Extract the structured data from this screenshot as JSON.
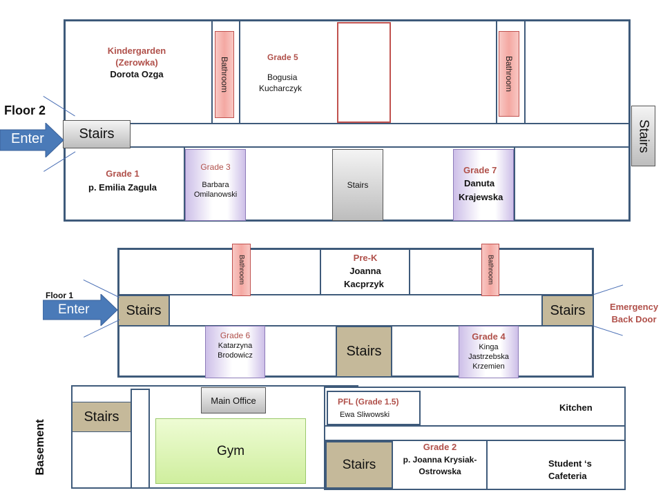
{
  "floor2": {
    "label": "Floor 2",
    "enter": "Enter",
    "stairs_left": "Stairs",
    "stairs_right": "Stairs",
    "stairs_middle": "Stairs",
    "kindergarden_title_1": "Kindergarden",
    "kindergarden_title_2": "(Zerowka)",
    "kindergarden_teacher": "Dorota Ozga",
    "grade5_title": "Grade 5",
    "grade5_teacher_1": "Bogusia",
    "grade5_teacher_2": "Kucharczyk",
    "bathroom_1": "Bathroom",
    "bathroom_2": "Bathroom",
    "grade1_title": "Grade 1",
    "grade1_teacher": "p. Emilia Zagula",
    "grade3_title": "Grade 3",
    "grade3_teacher_1": "Barbara",
    "grade3_teacher_2": "Omilanowski",
    "grade7_title": "Grade 7",
    "grade7_teacher_1": "Danuta",
    "grade7_teacher_2": "Krajewska"
  },
  "floor1": {
    "label": "Floor 1",
    "enter": "Enter",
    "stairs_left": "Stairs",
    "stairs_right": "Stairs",
    "stairs_middle": "Stairs",
    "bathroom_1": "Bathroom",
    "bathroom_2": "Bathroom",
    "prek_title": "Pre-K",
    "prek_teacher_1": "Joanna",
    "prek_teacher_2": "Kacprzyk",
    "grade6_title": "Grade 6",
    "grade6_teacher_1": "Katarzyna",
    "grade6_teacher_2": "Brodowicz",
    "grade4_title": "Grade 4",
    "grade4_teacher_1": "Kinga",
    "grade4_teacher_2": "Jastrzebska",
    "grade4_teacher_3": "Krzemien",
    "emergency_1": "Emergency",
    "emergency_2": "Back Door"
  },
  "basement": {
    "label": "Basement",
    "stairs_left": "Stairs",
    "stairs_bottom": "Stairs",
    "main_office": "Main Office",
    "gym": "Gym",
    "pfl_title": "PFL (Grade 1.5)",
    "pfl_teacher": "Ewa Sliwowski",
    "kitchen": "Kitchen",
    "grade2_title": "Grade 2",
    "grade2_teacher_1": "p. Joanna Krysiak-",
    "grade2_teacher_2": "Ostrowska",
    "cafeteria_1": "Student ‘s",
    "cafeteria_2": "Cafeteria"
  },
  "colors": {
    "wall": "#3e5a7a",
    "grade_text": "#b0504a",
    "arrow": "#4a7ab8",
    "stairs_tan": "#c5b99a",
    "gym_green": "#d8f2a8"
  }
}
